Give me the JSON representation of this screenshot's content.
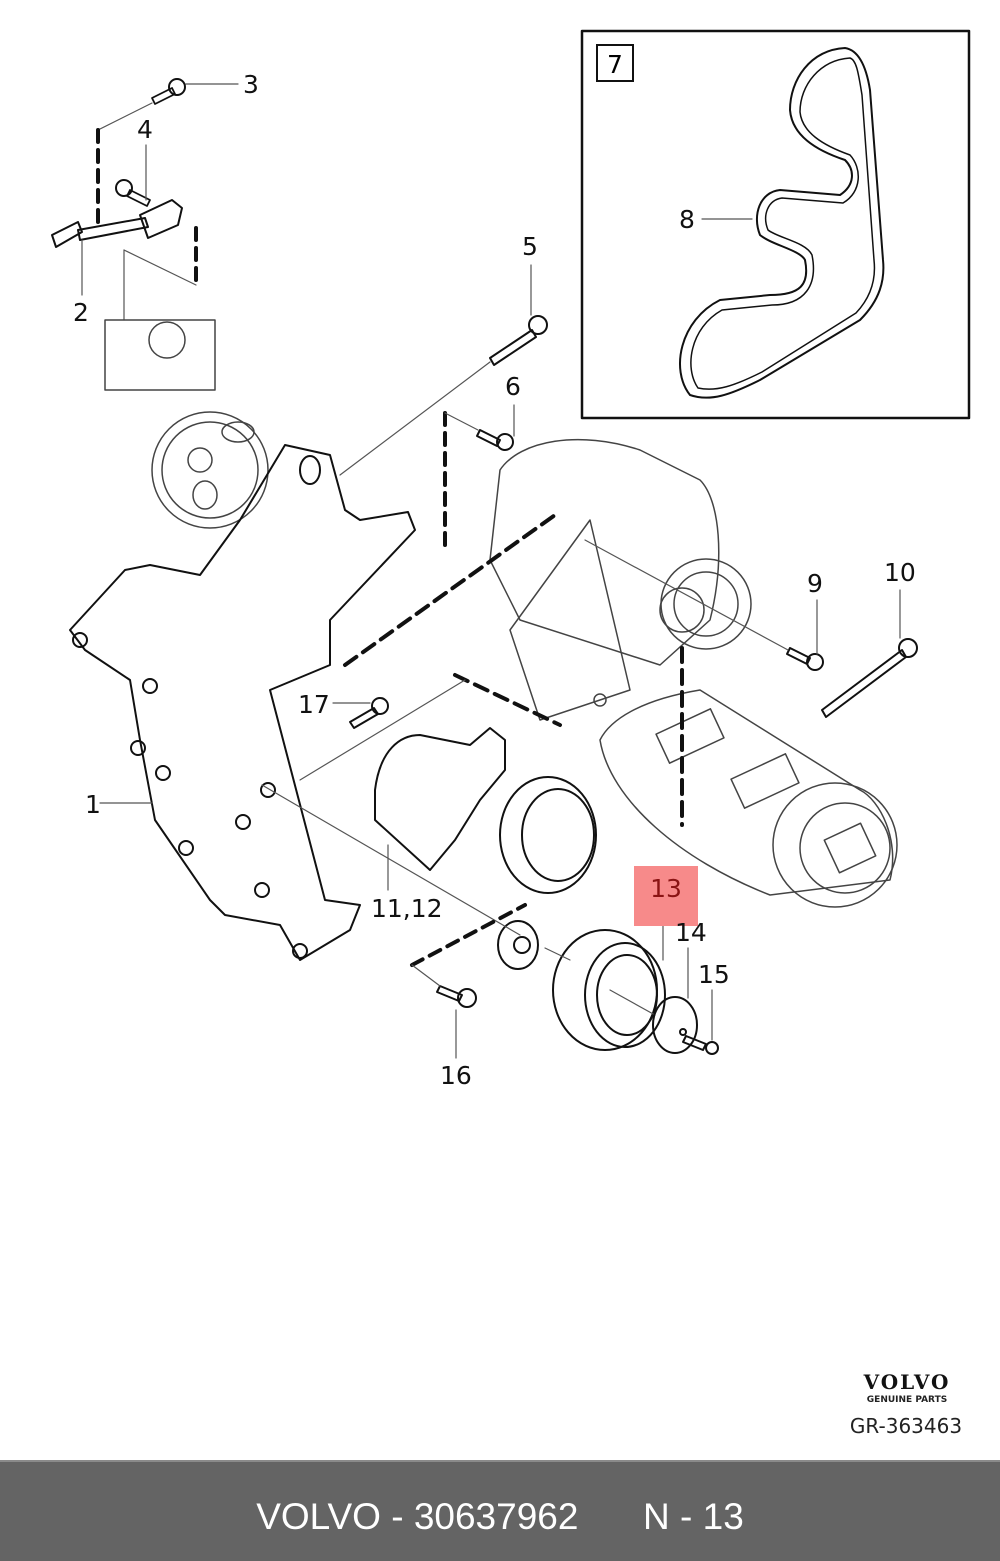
{
  "diagram": {
    "inset_label": "7",
    "callouts": [
      {
        "id": "1",
        "label": "1"
      },
      {
        "id": "2",
        "label": "2"
      },
      {
        "id": "3",
        "label": "3"
      },
      {
        "id": "4",
        "label": "4"
      },
      {
        "id": "5",
        "label": "5"
      },
      {
        "id": "6",
        "label": "6"
      },
      {
        "id": "8",
        "label": "8"
      },
      {
        "id": "9",
        "label": "9"
      },
      {
        "id": "10",
        "label": "10"
      },
      {
        "id": "11_12",
        "label": "11,12"
      },
      {
        "id": "13",
        "label": "13",
        "highlighted": true
      },
      {
        "id": "14",
        "label": "14"
      },
      {
        "id": "15",
        "label": "15"
      },
      {
        "id": "16",
        "label": "16"
      },
      {
        "id": "17",
        "label": "17"
      }
    ],
    "highlight_color": "#f78a8a",
    "highlight_text_color": "#8a1414"
  },
  "branding": {
    "logo": "VOLVO",
    "tagline": "GENUINE PARTS",
    "drawing_code": "GR-363463"
  },
  "footer": {
    "brand": "VOLVO",
    "separator": "-",
    "part_number": "30637962",
    "position_prefix": "N",
    "position_number": "13",
    "background": "#646464"
  }
}
